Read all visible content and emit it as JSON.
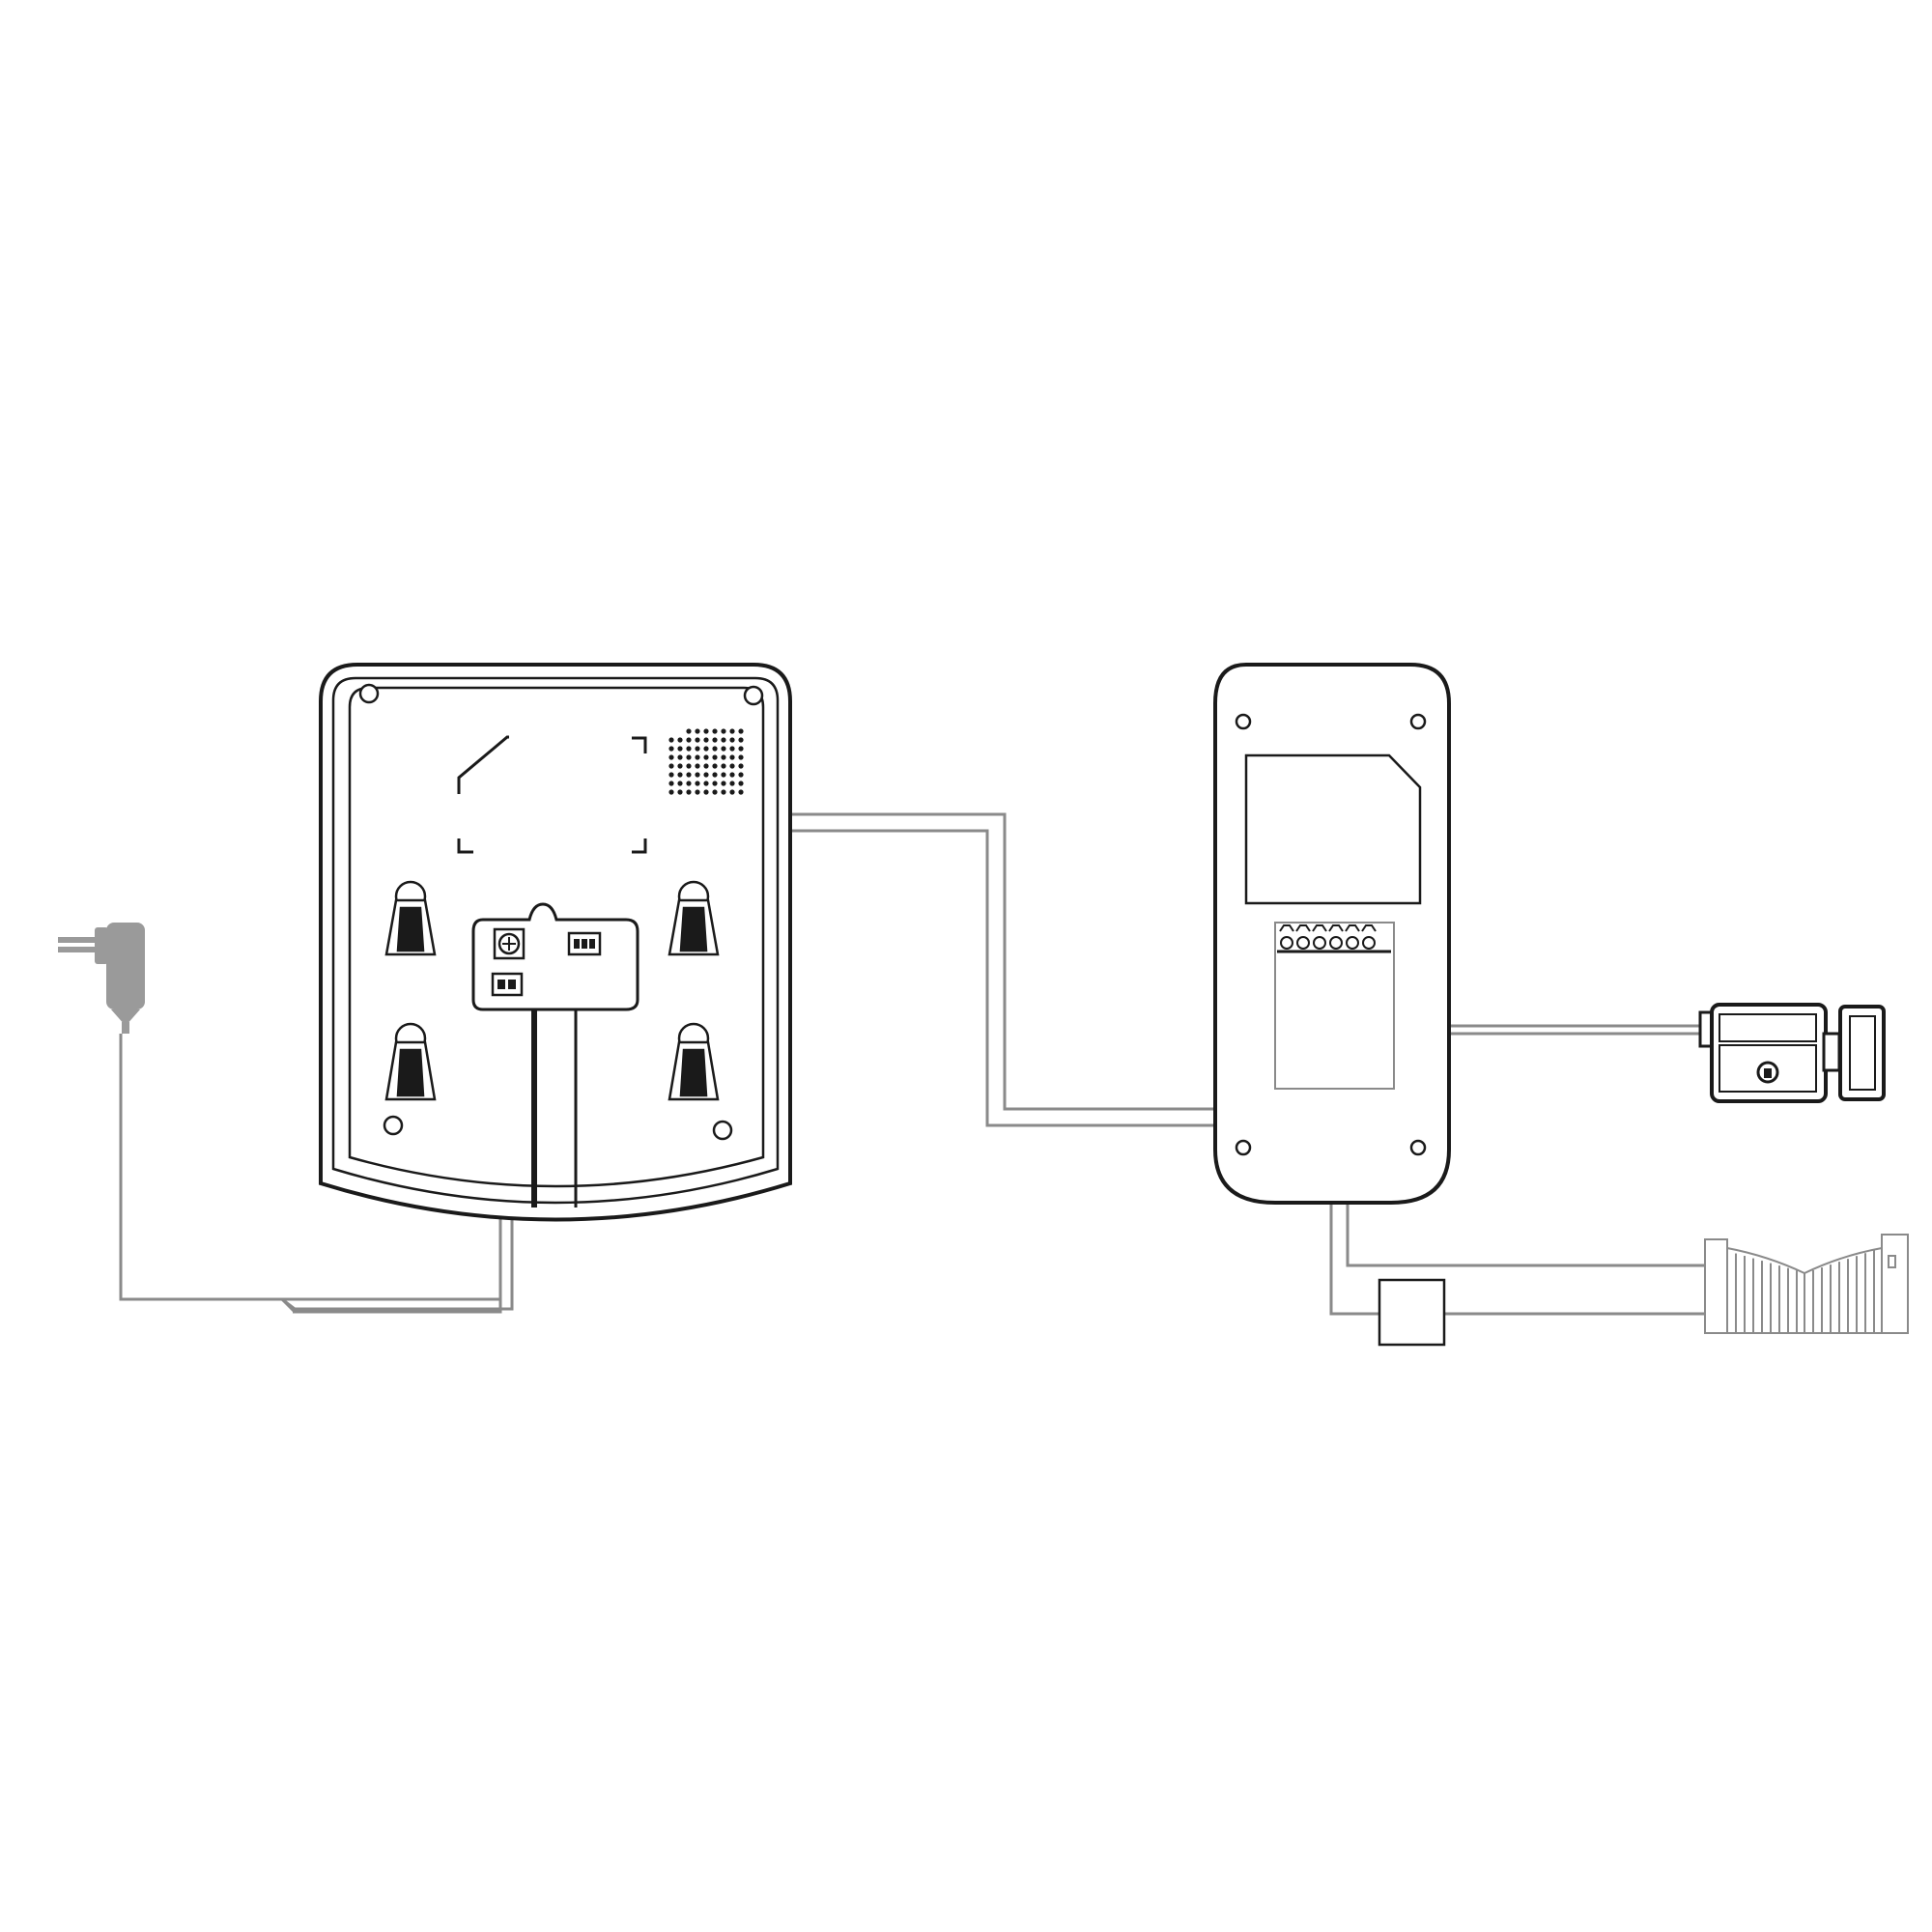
{
  "diagram": {
    "kind": "video door phone wiring diagram",
    "components": [
      {
        "id": "power-adapter",
        "icon": "plug-adapter-icon"
      },
      {
        "id": "indoor-monitor",
        "icon": "monitor-back-icon"
      },
      {
        "id": "outdoor-panel",
        "icon": "door-station-icon"
      },
      {
        "id": "electric-lock",
        "icon": "rim-lock-icon"
      },
      {
        "id": "gate-motor-box",
        "icon": "relay-box-icon"
      },
      {
        "id": "sliding-gate",
        "icon": "gate-icon"
      }
    ],
    "colors": {
      "outline": "#1a1a1a",
      "wire": "#8a8a8a",
      "adapter": "#9a9a9a",
      "background": "#ffffff"
    }
  }
}
